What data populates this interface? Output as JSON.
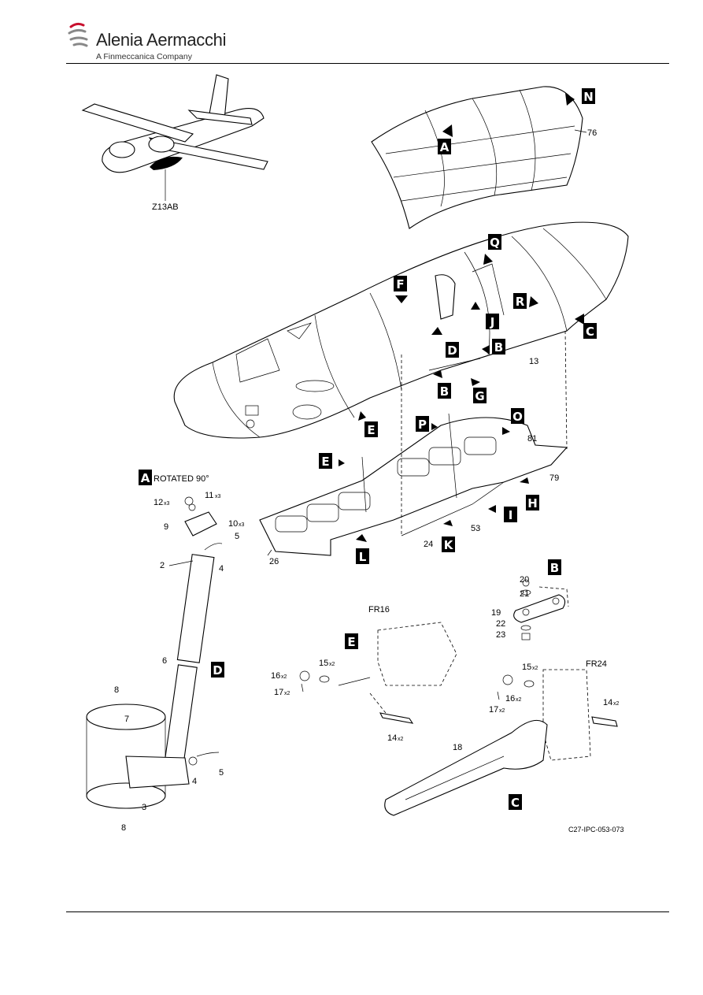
{
  "header": {
    "brand": "Alenia Aermacchi",
    "tagline": "A Finmeccanica Company"
  },
  "figure": {
    "zone": "Z13AB",
    "rotated_caption": "ROTATED 90°",
    "reference": "C27-IPC-053-073",
    "frame_labels": {
      "fr16": "FR16",
      "fr24": "FR24"
    },
    "detail_tags": {
      "A_top": "A",
      "N": "N",
      "Q": "Q",
      "R": "R",
      "C_arrow": "C",
      "F": "F",
      "J": "J",
      "D_arrow": "D",
      "B_arrow1": "B",
      "B_arrow2": "B",
      "G": "G",
      "E_arrow1": "E",
      "P": "P",
      "O": "O",
      "E_arrow2": "E",
      "H": "H",
      "I": "I",
      "K": "K",
      "L": "L",
      "A_detail": "A",
      "B_detail": "B",
      "D_detail": "D",
      "E_detail": "E",
      "C_detail": "C"
    },
    "item_numbers": {
      "n76": "76",
      "n13": "13",
      "n81": "81",
      "n79": "79",
      "n53": "53",
      "n24": "24",
      "n26": "26",
      "n12": "12",
      "n11": "11",
      "n9": "9",
      "n10": "10",
      "n5a": "5",
      "n2": "2",
      "n4a": "4",
      "n6": "6",
      "n8a": "8",
      "n7": "7",
      "n3": "3",
      "n8b": "8",
      "n4b": "4",
      "n5b": "5",
      "n20": "20",
      "n21": "21",
      "n19": "19",
      "n22": "22",
      "n23": "23",
      "n15a": "15",
      "n16a": "16",
      "n17a": "17",
      "n14a": "14",
      "n15b": "15",
      "n16b": "16",
      "n17b": "17",
      "n14b": "14",
      "n18": "18"
    },
    "quantities": {
      "q12": "x3",
      "q11": "x3",
      "q10": "x3",
      "q15a": "x2",
      "q16a": "x2",
      "q17a": "x2",
      "q14a": "x2",
      "q15b": "x2",
      "q16b": "x2",
      "q17b": "x2",
      "q14b": "x2"
    }
  }
}
